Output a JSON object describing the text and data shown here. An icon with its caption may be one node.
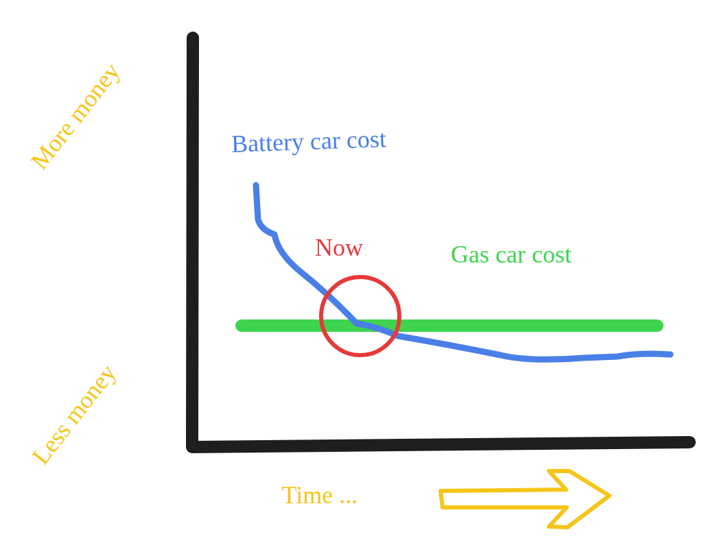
{
  "diagram": {
    "labels": [
      "More money",
      "Battery car cost",
      "Now",
      "Gas car cost",
      "Less money",
      "Time ..."
    ]
  }
}
